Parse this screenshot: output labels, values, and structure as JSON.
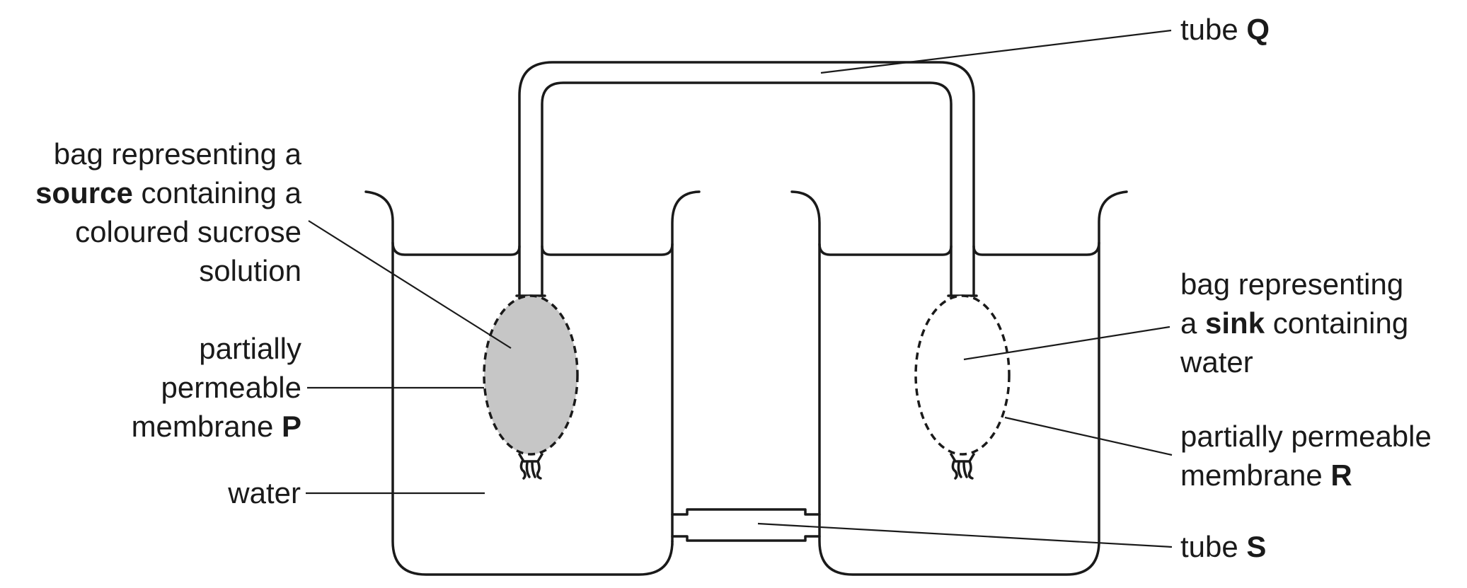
{
  "labels": {
    "tube_q": {
      "prefix": "tube ",
      "letter": "Q"
    },
    "source_bag": {
      "line1": "bag representing a",
      "line2_bold": "source",
      "line2_rest": " containing a",
      "line3": "coloured sucrose",
      "line4": "solution"
    },
    "membrane_p": {
      "line1": "partially",
      "line2": "permeable",
      "line3_prefix": "membrane ",
      "letter": "P"
    },
    "water": "water",
    "sink_bag": {
      "line1": "bag representing",
      "line2_prefix": "a ",
      "line2_bold": "sink",
      "line2_rest": " containing",
      "line3": "water"
    },
    "membrane_r": {
      "line1": "partially permeable",
      "line2_prefix": "membrane ",
      "letter": "R"
    },
    "tube_s": {
      "prefix": "tube ",
      "letter": "S"
    }
  },
  "colors": {
    "source_bag_fill": "#c6c6c6",
    "sink_bag_fill": "#ffffff",
    "line": "#1a1a1a"
  }
}
